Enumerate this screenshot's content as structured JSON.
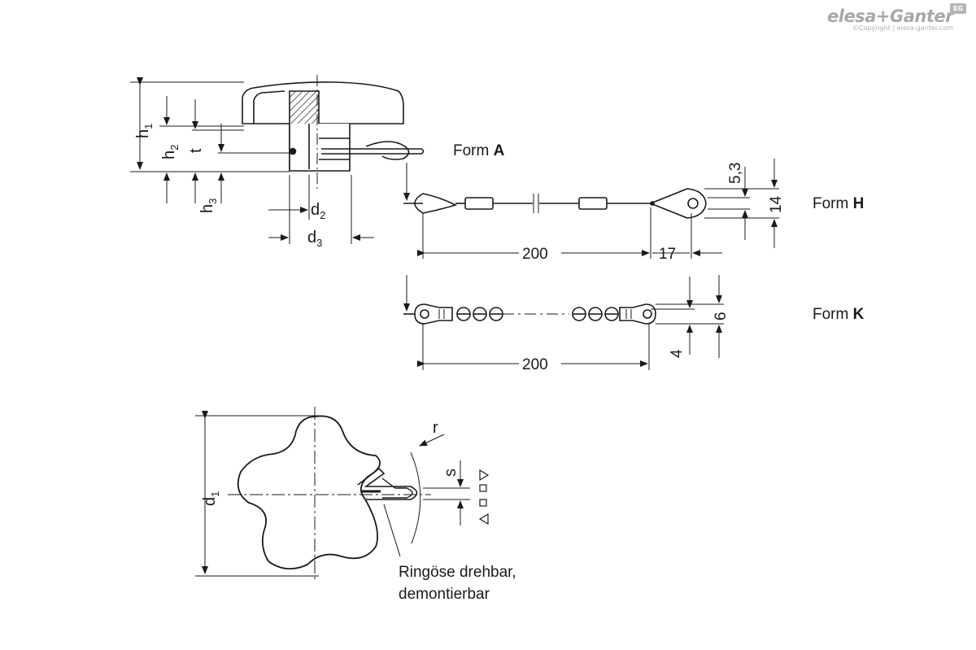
{
  "brand": {
    "name": "elesa+Ganter",
    "copyright": "©Copyright | elesa-ganter.com",
    "badge": "EG"
  },
  "forms": {
    "a": {
      "prefix": "Form",
      "code": "A"
    },
    "h": {
      "prefix": "Form",
      "code": "H"
    },
    "k": {
      "prefix": "Form",
      "code": "K"
    }
  },
  "dimensions": {
    "h1": "h",
    "h1_sub": "1",
    "h2": "h",
    "h2_sub": "2",
    "h3": "h",
    "h3_sub": "3",
    "t": "t",
    "d1": "d",
    "d1_sub": "1",
    "d2": "d",
    "d2_sub": "2",
    "d3": "d",
    "d3_sub": "3",
    "r": "r",
    "s": "s",
    "form_h_length": "200",
    "form_h_eye": "17",
    "form_h_hole": "5,3",
    "form_h_width": "14",
    "form_k_length": "200",
    "form_k_width": "6",
    "form_k_offset": "4"
  },
  "note": {
    "line1": "Ringöse drehbar,",
    "line2": "demontierbar"
  }
}
